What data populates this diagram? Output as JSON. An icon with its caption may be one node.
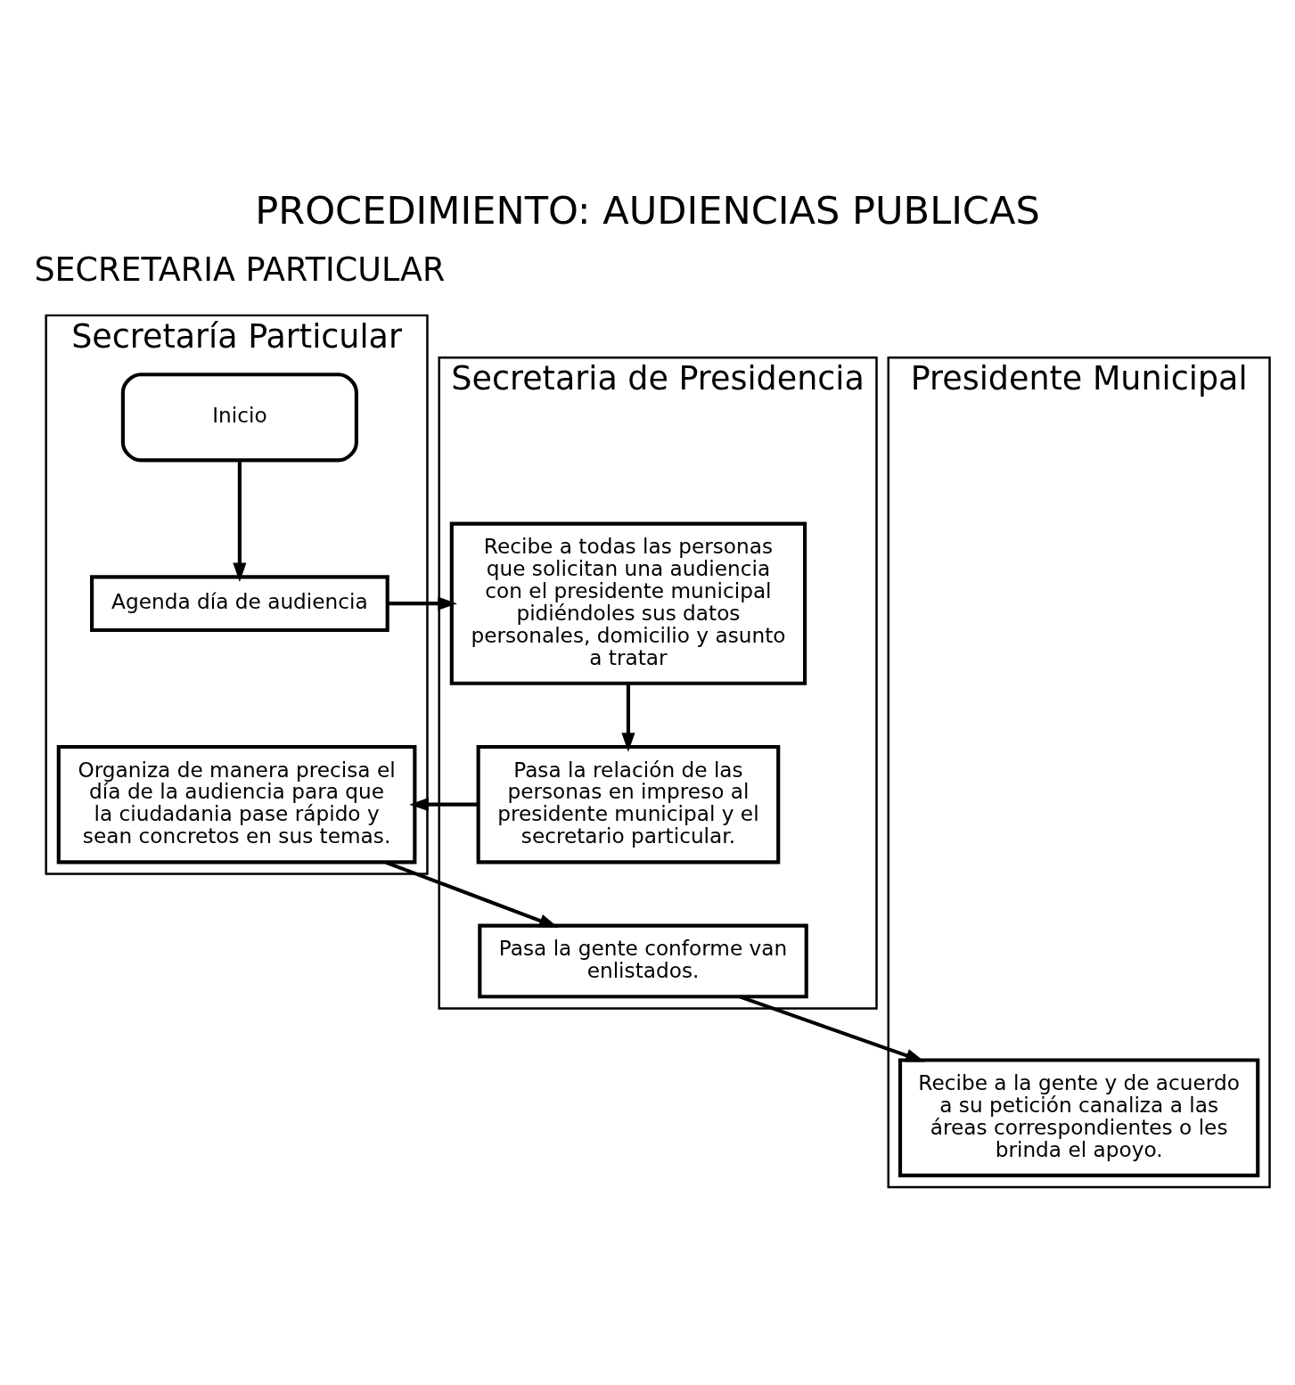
{
  "diagram": {
    "title": "PROCEDIMIENTO: AUDIENCIAS PUBLICAS",
    "nodes": [
      {
        "text": [
          "Secretaría Particular"
        ]
      },
      {
        "text": [
          "Secretaria de Presidencia"
        ]
      },
      {
        "text": [
          "Presidente Municipal"
        ]
      },
      {
        "text": [
          "Inicio"
        ],
        "in": 0
      },
      {
        "text": [
          "Agenda día de audiencia"
        ],
        "in": 0
      },
      {
        "text": [
          "Recibe a todas las personas que solicitan una audiencia con el presidente municipal pidiéndoles sus datos personales, domicilio y asunto a tratar"
        ],
        "in": 1
      },
      {
        "text": [
          "Pasa la relación de las personas en impreso al presidente municipal y el secretario particular."
        ],
        "in": 1
      },
      {
        "text": [
          "Organiza de manera precisa el día de la audiencia para que la ciudadania pase rápido y sean concretos en sus temas."
        ],
        "in": 0
      },
      {
        "text": [
          "Pasa la gente conforme van enlistados."
        ],
        "in": 1
      },
      {
        "text": [
          "Recibe a la gente y de acuerdo a su petición canaliza a las áreas correspondientes o les brinda el apoyo."
        ],
        "in": 2
      }
    ],
    "edges": [
      {
        "from": 3,
        "to": 4,
        "arrow": "to"
      },
      {
        "from": 4,
        "to": 5,
        "arrow": "to"
      },
      {
        "from": 5,
        "to": 6,
        "arrow": "to"
      },
      {
        "from": 6,
        "to": 7,
        "arrow": "to"
      },
      {
        "from": 7,
        "to": 8,
        "arrow": "to"
      },
      {
        "from": 8,
        "to": 9,
        "arrow": "to"
      }
    ],
    "labels": [
      "SECRETARIA PARTICULAR"
    ]
  }
}
